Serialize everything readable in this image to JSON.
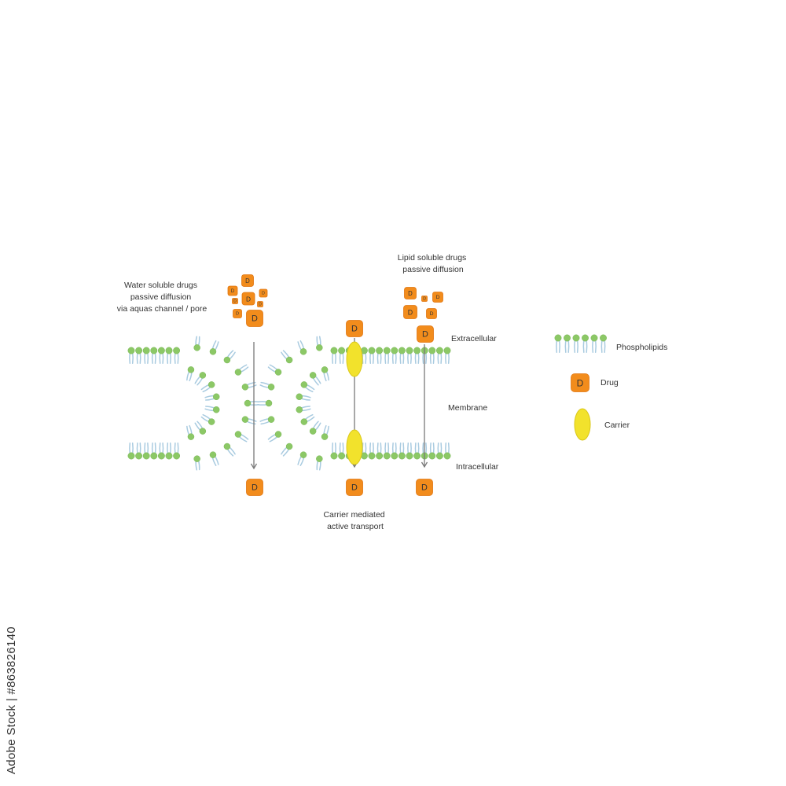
{
  "labels": {
    "water_soluble": [
      "Water soluble drugs",
      "passive diffusion",
      "via aquas channel / pore"
    ],
    "lipid_soluble": [
      "Lipid soluble drugs",
      "passive diffusion"
    ],
    "carrier_mediated": [
      "Carrier mediated",
      "active transport"
    ],
    "extracellular": "Extracellular",
    "membrane": "Membrane",
    "intracellular": "Intracellular"
  },
  "drug_letter": "D",
  "legend": {
    "phospholipids": "Phospholipids",
    "drug": "Drug",
    "carrier": "Carrier"
  },
  "watermark": "Adobe Stock | #863826140",
  "colors": {
    "head": "#8cc866",
    "head_light": "#c6e3ad",
    "tail": "#a9cbe0",
    "drug": "#f28c1c",
    "drug_border": "#e07510",
    "carrier": "#f2e22c",
    "carrier_border": "#d9c71a",
    "arrow": "#7a7a7a"
  }
}
